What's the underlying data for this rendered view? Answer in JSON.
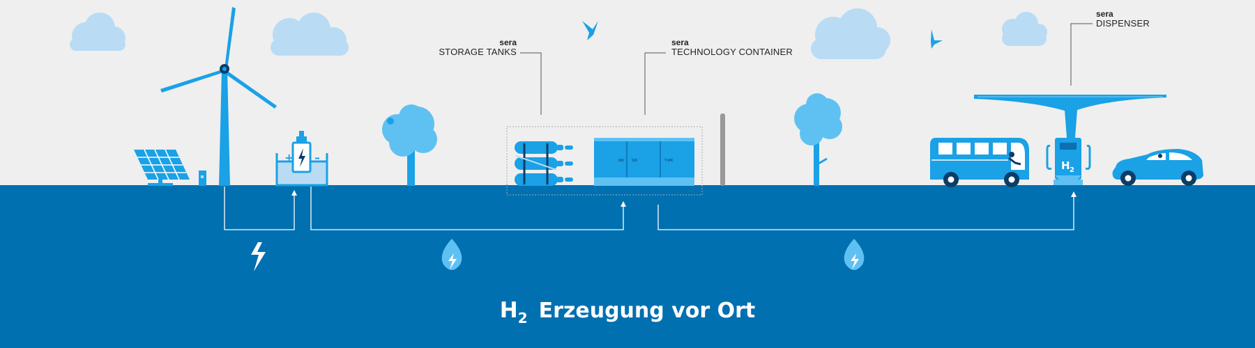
{
  "labels": {
    "storage": {
      "brand": "sera",
      "name": "STORAGE TANKS"
    },
    "container": {
      "brand": "sera",
      "name": "TECHNOLOGY CONTAINER"
    },
    "dispenser": {
      "brand": "sera",
      "name": "DISPENSER"
    }
  },
  "caption": {
    "h": "H",
    "sub": "2",
    "text": "Erzeugung vor Ort"
  },
  "dispenser_badge": {
    "h": "H",
    "sub": "2"
  },
  "container_marks": [
    "WK",
    "SW",
    "T-WK"
  ],
  "icons": [
    "solar-panel-icon",
    "wind-turbine-icon",
    "electrolyzer-icon",
    "tree-icon",
    "storage-tanks-icon",
    "technology-container-icon",
    "bus-icon",
    "dispenser-icon",
    "car-icon",
    "lightning-icon",
    "hydrogen-drop-icon",
    "cloud-icon",
    "bird-icon"
  ],
  "colors": {
    "sky": "#efefef",
    "ground": "#0070b0",
    "primary": "#1aa1e6",
    "light": "#b9dcf4",
    "dark": "#0b5a8f",
    "lines": "#ffffff"
  }
}
